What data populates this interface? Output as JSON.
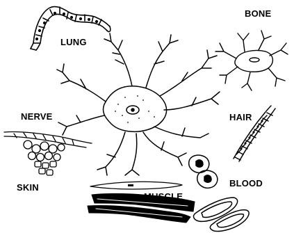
{
  "labels": {
    "lung": "LUNG",
    "bone": "BONE",
    "nerve": "NERVE",
    "hair": "HAIR",
    "skin": "SKIN",
    "muscle": "MUSCLE",
    "blood": "BLOOD"
  },
  "colors": {
    "ink": "#000000",
    "paper": "#ffffff"
  }
}
